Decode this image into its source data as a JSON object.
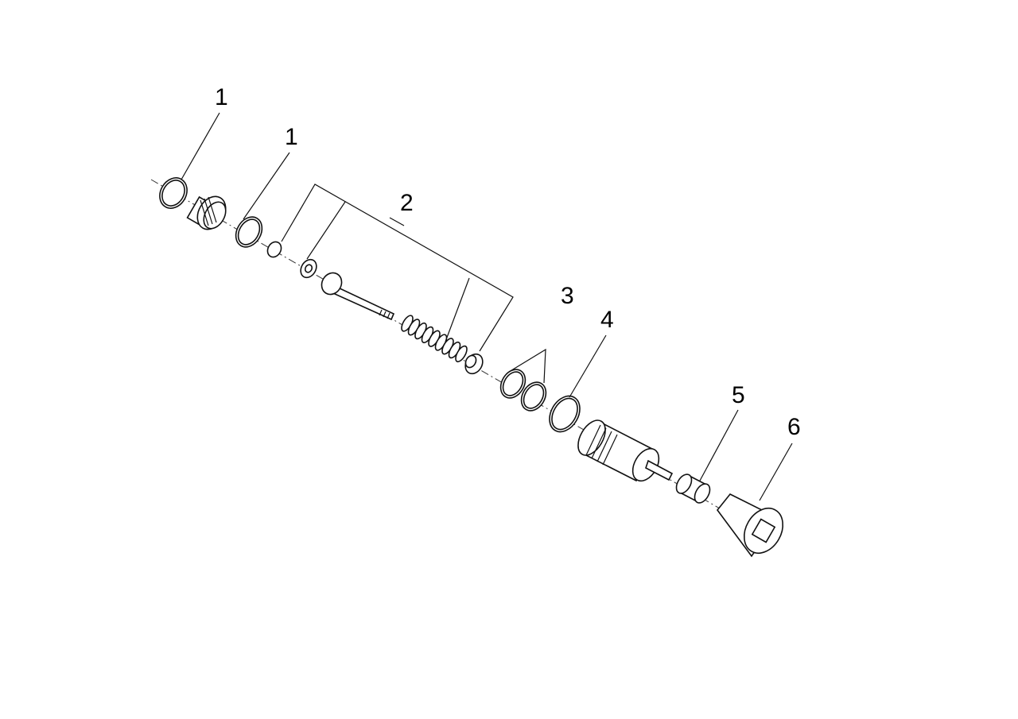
{
  "diagram": {
    "callouts": [
      {
        "id": "callout-1a",
        "text": "1"
      },
      {
        "id": "callout-1b",
        "text": "1"
      },
      {
        "id": "callout-2",
        "text": "2"
      },
      {
        "id": "callout-3",
        "text": "3"
      },
      {
        "id": "callout-4",
        "text": "4"
      },
      {
        "id": "callout-5",
        "text": "5"
      },
      {
        "id": "callout-6",
        "text": "6"
      }
    ]
  }
}
